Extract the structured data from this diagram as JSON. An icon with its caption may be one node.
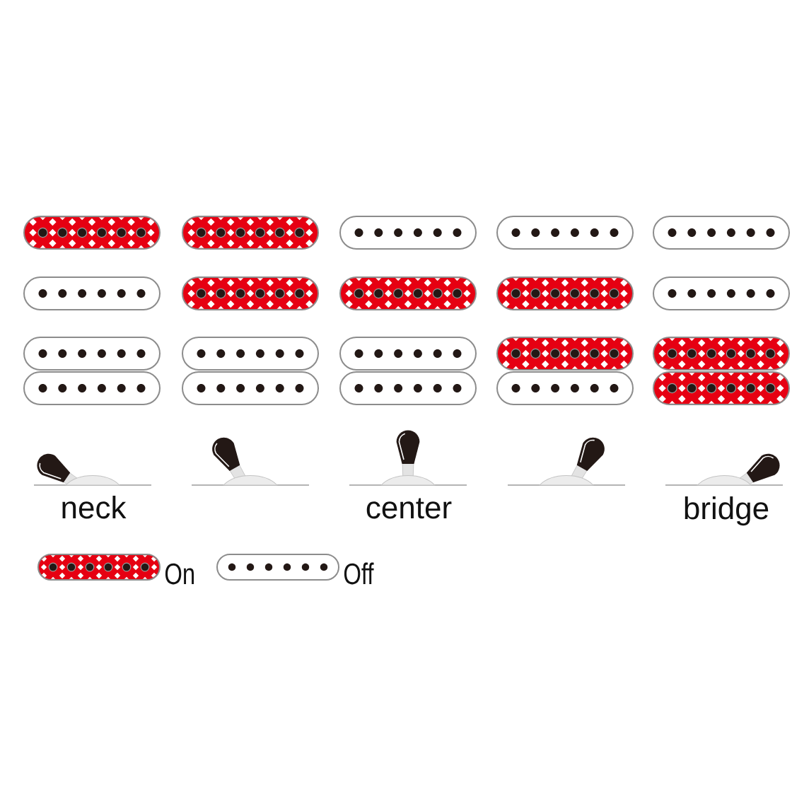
{
  "diagram": {
    "nodes": [
      {
        "text": [],
        "shape": "bar"
      },
      {
        "text": [],
        "shape": "bar"
      },
      {
        "text": [],
        "shape": "bar"
      },
      {
        "text": [],
        "shape": "bar"
      },
      {
        "text": [],
        "shape": "bar"
      },
      {
        "text": [],
        "shape": "bar"
      },
      {
        "text": [],
        "shape": "bar"
      },
      {
        "text": [],
        "shape": "bar"
      },
      {
        "text": [],
        "shape": "bar"
      },
      {
        "text": [],
        "shape": "bar"
      },
      {
        "text": [],
        "shape": "bar"
      },
      {
        "text": [],
        "shape": "bar"
      },
      {
        "text": [],
        "shape": "bar"
      },
      {
        "text": [],
        "shape": "bar"
      },
      {
        "text": [],
        "shape": "bar"
      },
      {
        "text": [],
        "shape": "bar"
      },
      {
        "text": [],
        "shape": "bar"
      },
      {
        "text": [],
        "shape": "bar"
      },
      {
        "text": [],
        "shape": "bar"
      },
      {
        "text": [],
        "shape": "bar"
      }
    ],
    "labels": [
      "neck",
      "center",
      "bridge"
    ],
    "legend": [
      {
        "text": "On",
        "color": "#e60012"
      },
      {
        "text": "Off"
      }
    ]
  }
}
